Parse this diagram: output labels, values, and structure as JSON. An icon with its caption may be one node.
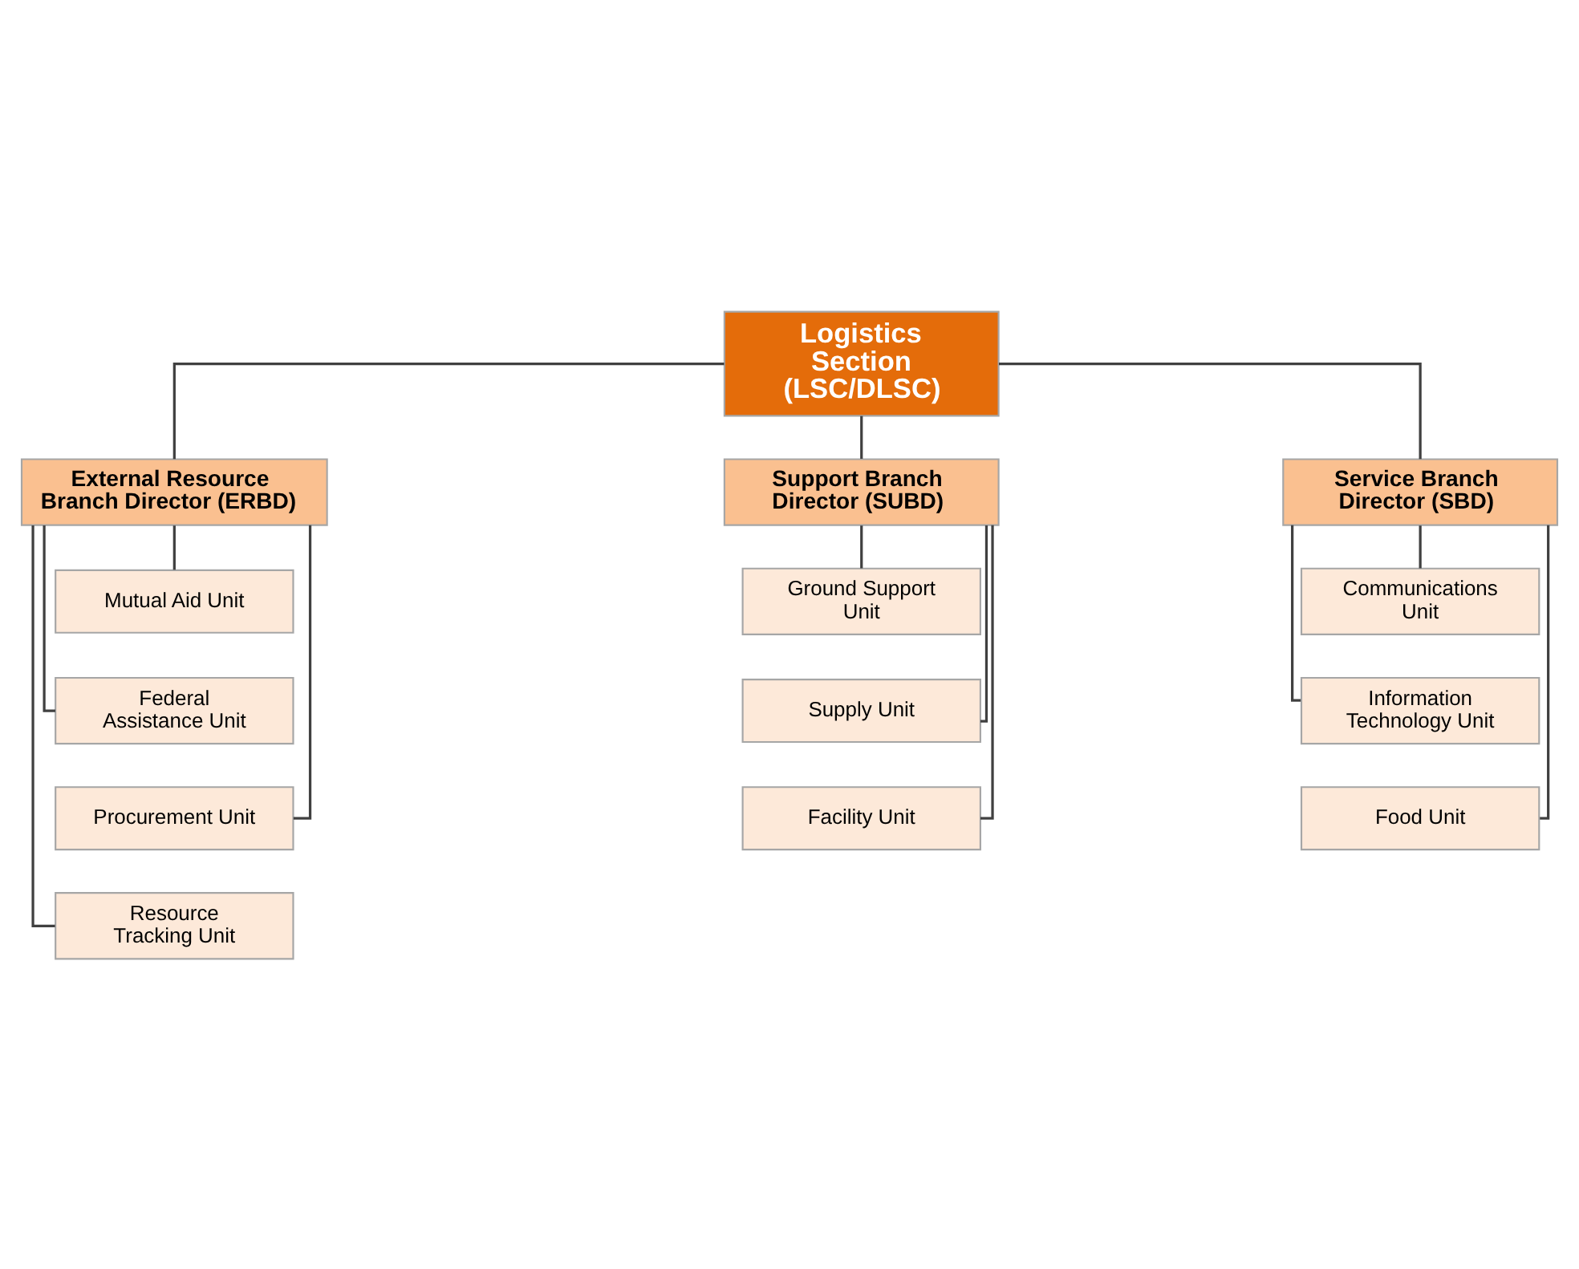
{
  "diagram": {
    "nodes": [
      {
        "text": [
          "Logistics Section (LSC/DLSC)"
        ]
      },
      {
        "text": [
          "External Resource Branch Director (ERBD)"
        ]
      },
      {
        "text": [
          "Support Branch Director (SUBD)"
        ]
      },
      {
        "text": [
          "Service Branch Director (SBD)"
        ]
      },
      {
        "text": [
          "Mutual Aid Unit"
        ]
      },
      {
        "text": [
          "Federal Assistance Unit"
        ]
      },
      {
        "text": [
          "Procurement Unit"
        ]
      },
      {
        "text": [
          "Resource Tracking Unit"
        ]
      },
      {
        "text": [
          "Ground Support Unit"
        ]
      },
      {
        "text": [
          "Supply Unit"
        ]
      },
      {
        "text": [
          "Facility Unit"
        ]
      },
      {
        "text": [
          "Communications Unit"
        ]
      },
      {
        "text": [
          "Information Technology Unit"
        ]
      },
      {
        "text": [
          "Food Unit"
        ]
      }
    ],
    "edges": [
      {
        "from": 0,
        "to": 1,
        "arrow": "none"
      },
      {
        "from": 0,
        "to": 2,
        "arrow": "none"
      },
      {
        "from": 0,
        "to": 3,
        "arrow": "none"
      },
      {
        "from": 1,
        "to": 4,
        "arrow": "none"
      },
      {
        "from": 1,
        "to": 5,
        "arrow": "none"
      },
      {
        "from": 1,
        "to": 6,
        "arrow": "none"
      },
      {
        "from": 1,
        "to": 7,
        "arrow": "none"
      },
      {
        "from": 2,
        "to": 8,
        "arrow": "none"
      },
      {
        "from": 2,
        "to": 9,
        "arrow": "none"
      },
      {
        "from": 2,
        "to": 10,
        "arrow": "none"
      },
      {
        "from": 3,
        "to": 11,
        "arrow": "none"
      },
      {
        "from": 3,
        "to": 12,
        "arrow": "none"
      },
      {
        "from": 3,
        "to": 13,
        "arrow": "none"
      }
    ]
  }
}
